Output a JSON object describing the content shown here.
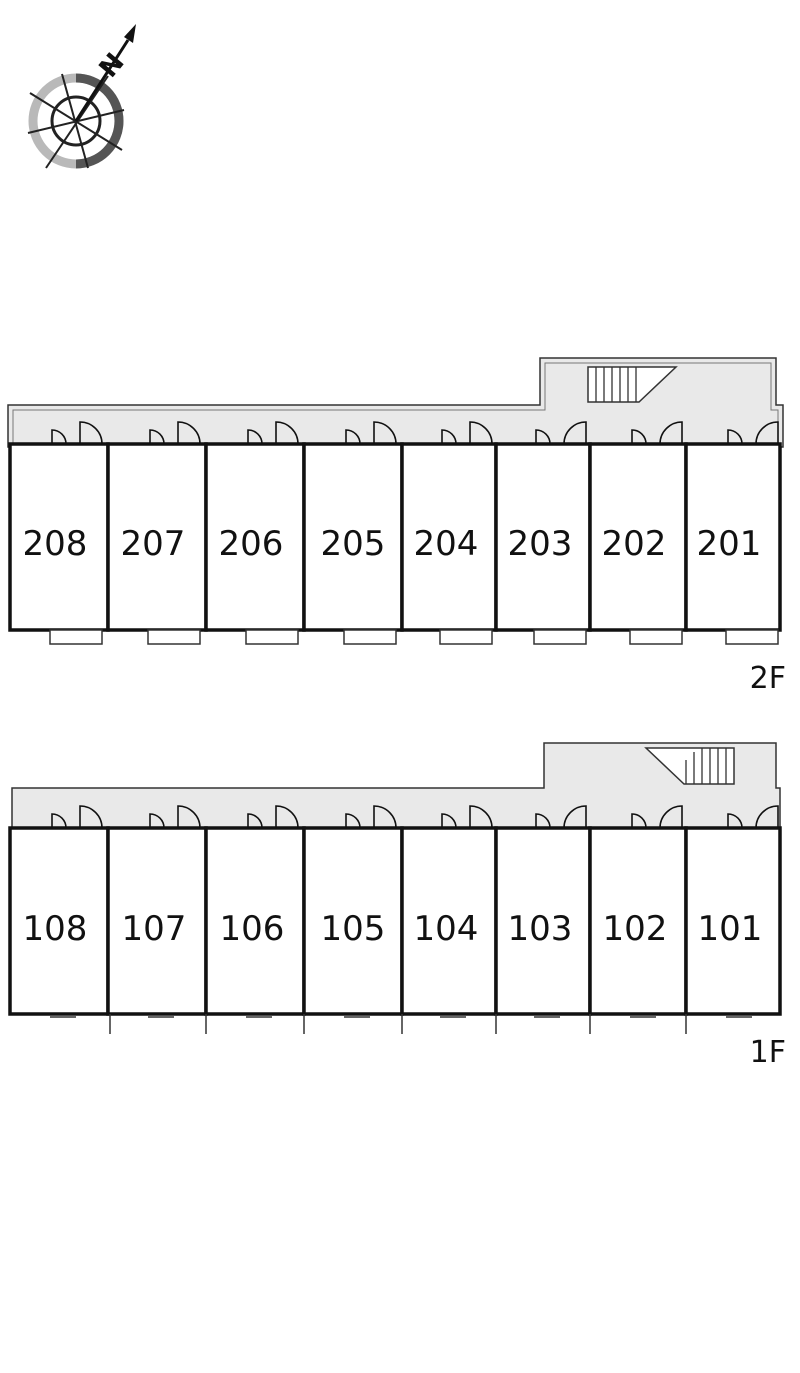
{
  "compass": {
    "icon": "north-arrow-compass-icon",
    "north_label": "N"
  },
  "floors": [
    {
      "id": "2f",
      "label": "2F",
      "rooms": [
        "208",
        "207",
        "206",
        "205",
        "204",
        "203",
        "202",
        "201"
      ]
    },
    {
      "id": "1f",
      "label": "1F",
      "rooms": [
        "108",
        "107",
        "106",
        "105",
        "104",
        "103",
        "102",
        "101"
      ]
    }
  ],
  "colors": {
    "corridor": "#e9e9e9",
    "wall": "#111111",
    "background": "#ffffff"
  }
}
